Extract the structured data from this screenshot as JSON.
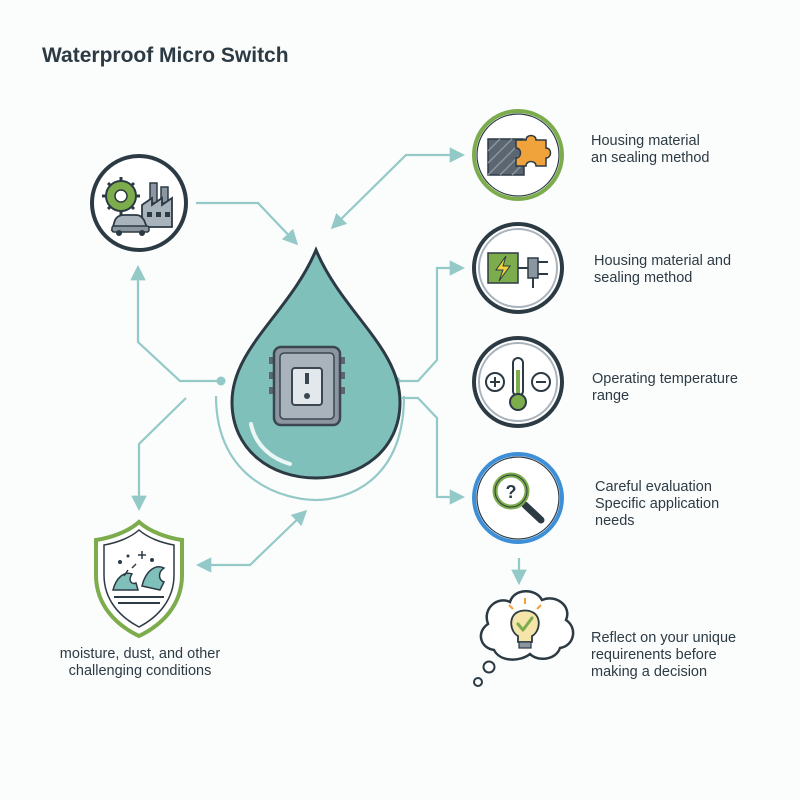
{
  "title": "Waterproof Micro Switch",
  "labels": {
    "housing_1": [
      "Housing material",
      "an sealing method"
    ],
    "housing_2": [
      "Housing material and",
      "sealing method"
    ],
    "temperature": [
      "Operating temperature",
      "range"
    ],
    "evaluation": [
      "Careful evaluation",
      "Specific application",
      "needs"
    ],
    "reflect": [
      "Reflect on your unique",
      "requirenents before",
      "making a decision"
    ],
    "conditions": [
      "moisture, dust, and other",
      "challenging conditions"
    ]
  },
  "icons": [
    "industry-icon",
    "puzzle-material-icon",
    "electric-connector-icon",
    "thermometer-icon",
    "magnifier-question-icon",
    "idea-bubble-icon",
    "shield-water-icon",
    "micro-switch-icon"
  ],
  "colors": {
    "line": "#93c9c7",
    "drop": "#7fc0bb",
    "ring_dark": "#2c3a44",
    "ring_green": "#7cac4c",
    "ring_blue": "#3d8fd8",
    "text": "#2d3b44"
  }
}
